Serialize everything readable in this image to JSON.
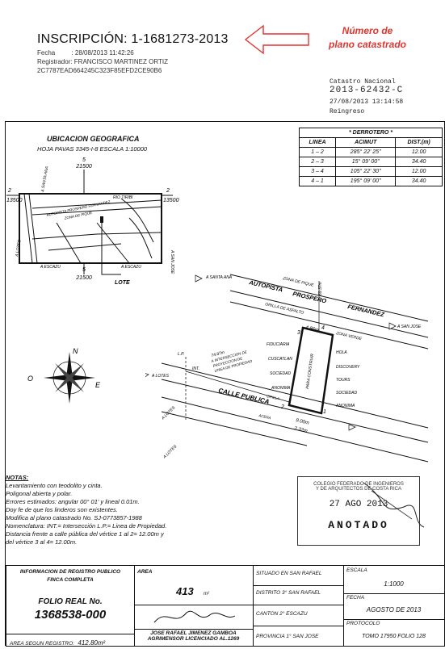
{
  "header": {
    "inscripcion": "INSCRIPCIÓN: 1-1681273-2013",
    "fecha_label": "Fecha",
    "fecha_value": ": 28/08/2013 11:42:26",
    "registrador": "Registrador: FRANCISCO MARTINEZ ORTIZ",
    "hash": "2C7787EAD664245C323F85EFD2CE90B6",
    "note_line1": "Número de",
    "note_line2": "plano catastrado",
    "note_color": "#e3342f"
  },
  "catastro": {
    "line1": "Catastro Nacional",
    "line2": "2013-62432-C",
    "line3": "27/08/2013 13:14:58",
    "line4": "Reingreso"
  },
  "derrotero": {
    "title": "* DERROTERO *",
    "headers": [
      "LINEA",
      "ACIMUT",
      "DIST.(m)"
    ],
    "rows": [
      [
        "1 – 2",
        "285° 22' 25\"",
        "12.00"
      ],
      [
        "2 – 3",
        "15° 09' 00\"",
        "34.40"
      ],
      [
        "3 – 4",
        "105° 22' 30\"",
        "12.00"
      ],
      [
        "4 – 1",
        "195° 09' 00\"",
        "34.40"
      ]
    ]
  },
  "ubicacion": {
    "title": "UBICACION GEOGRAFICA",
    "hoja": "HOJA PAVAS 3345-I-8   ESCALA 1:10000",
    "top_num": "5",
    "top_val": "21500",
    "bot_num": "5",
    "bot_val": "21500",
    "left_num": "2",
    "left_val": "13500",
    "right_num": "2",
    "right_val": "13500",
    "lote": "LOTE",
    "a_santa_ana": "A SANTA ANA",
    "a_lotes": "A LOTES",
    "a_escazu_1": "A ESCAZU",
    "a_escazu_2": "A ESCAZU",
    "rio": "RIO TIRIBI",
    "autopista_map": "AUTOPISTA PROSPERO FERNANDEZ",
    "zona_map": "ZONA DE PIQUE",
    "a_san_jose_map": "A SAN JOSE"
  },
  "plano": {
    "a_santa_ana": "A SANTA ANA",
    "autopista1": "AUTOPISTA",
    "autopista2": "PROSPERO",
    "autopista3": "FERNANDEZ",
    "zona_pique": "ZONA DE PIQUE",
    "orilla": "ORILLA DE ASFALTO",
    "a_san_jose": "A SAN JOSE",
    "dist_top": "4.86m",
    "zona_verde": "ZONA VERDE",
    "lp": "L.P.",
    "int": "INT.",
    "dist_int": "74.87m",
    "int_note1": "A INTERSECCION DE",
    "int_note2": "PROYECCION DE",
    "int_note3": "LINEA DE PROPIEDAD",
    "dist_side": "69.37m",
    "a_lotes_1": "A LOTES",
    "a_lotes_2": "A LOTES",
    "a_lotes_3": "A LOTES",
    "calle": "CALLE PUBLICA",
    "orilla_bot": "ORILLA",
    "acera": "ACERA",
    "dist_9": "9.00m",
    "dist_232": "2.32m",
    "left_owner": [
      "FIDUCIARIA",
      "CUSCATLAN",
      "SOCIEDAD",
      "ANONIMA"
    ],
    "right_owner": [
      "HOLA",
      "DISCOVERY",
      "TOURS",
      "SOCIEDAD",
      "ANONIMA"
    ],
    "lot_label": "PARA CONSTRUIR",
    "v1": "1",
    "v2": "2",
    "v3": "3",
    "v4": "4",
    "north": "N",
    "east": "E",
    "west": "O"
  },
  "notas": {
    "title": "NOTAS:",
    "lines": [
      "Levantamiento con teodolito y cinta.",
      "Poligonal abierta y polar.",
      "Errores estimados: angular 00° 01' y lineal 0.01m.",
      "Doy fe de que los linderos son existentes.",
      "Modifica al plano catastrado No.   SJ-0773857-1988",
      "Nomenclatura: INT.= Intersección   L.P.= Linea de Propiedad.",
      "Distancia frente a calle pública del vértice 1 al 2= 12.00m y",
      "del vértice 3 al 4= 12.00m."
    ]
  },
  "stamp": {
    "line1": "COLEGIO FEDERADO DE INGENIEROS",
    "line2": "Y DE ARQUITECTOS DE COSTA RICA",
    "date": "27 AGO 2013",
    "anotado": "ANOTADO"
  },
  "footer": {
    "info_title": "INFORMACION DE REGISTRO PUBLICO",
    "finca": "FINCA COMPLETA",
    "folio_label": "FOLIO REAL No.",
    "folio_value": "1368538-000",
    "area_reg_label": "AREA SEGUN REGISTRO:",
    "area_reg_value": "412.80m²",
    "area_label": "AREA",
    "area_value": "413",
    "area_unit": "m²",
    "agrimensor1": "JOSE RAFAEL JIMENEZ GAMBOA",
    "agrimensor2": "AGRIMENSOR LICENCIADO  AL.1269",
    "situado": "SITUADO EN  SAN RAFAEL",
    "distrito": "DISTRITO 3°  SAN RAFAEL",
    "canton": "CANTON 2°  ESCAZU",
    "provincia": "PROVINCIA 1°  SAN JOSE",
    "escala_label": "ESCALA",
    "escala_value": "1:1000",
    "fecha_label": "FECHA",
    "fecha_value": "AGOSTO DE 2013",
    "protocolo_label": "PROTOCOLO",
    "protocolo_value": "TOMO 17950  FOLIO 128"
  }
}
